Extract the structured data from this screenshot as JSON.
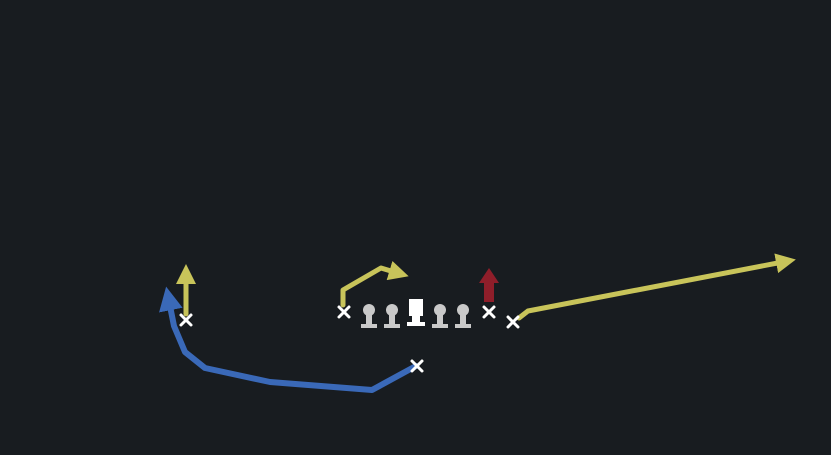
{
  "colors": {
    "background": "#181c20",
    "route_yellow": "#c8c45a",
    "route_blue": "#3a69b8",
    "route_red": "#8f1e2a",
    "player_marker": "#ffffff",
    "lineman": "#c9c9c9"
  },
  "diagram": {
    "type": "football-play-diagram",
    "players": [
      {
        "id": "wide-left",
        "marker": "x",
        "route": "vertical",
        "route_color": "yellow"
      },
      {
        "id": "slot-left",
        "marker": "x",
        "route": "out-and-up",
        "route_color": "yellow"
      },
      {
        "id": "tight-end",
        "marker": "x",
        "route": "block-arrow",
        "route_color": "red"
      },
      {
        "id": "wide-right",
        "marker": "x",
        "route": "deep-crossing",
        "route_color": "yellow"
      },
      {
        "id": "back",
        "marker": "x",
        "route": "swing-wheel",
        "route_color": "blue"
      }
    ],
    "line": {
      "linemen_count": 4,
      "center_marker": "square"
    }
  }
}
